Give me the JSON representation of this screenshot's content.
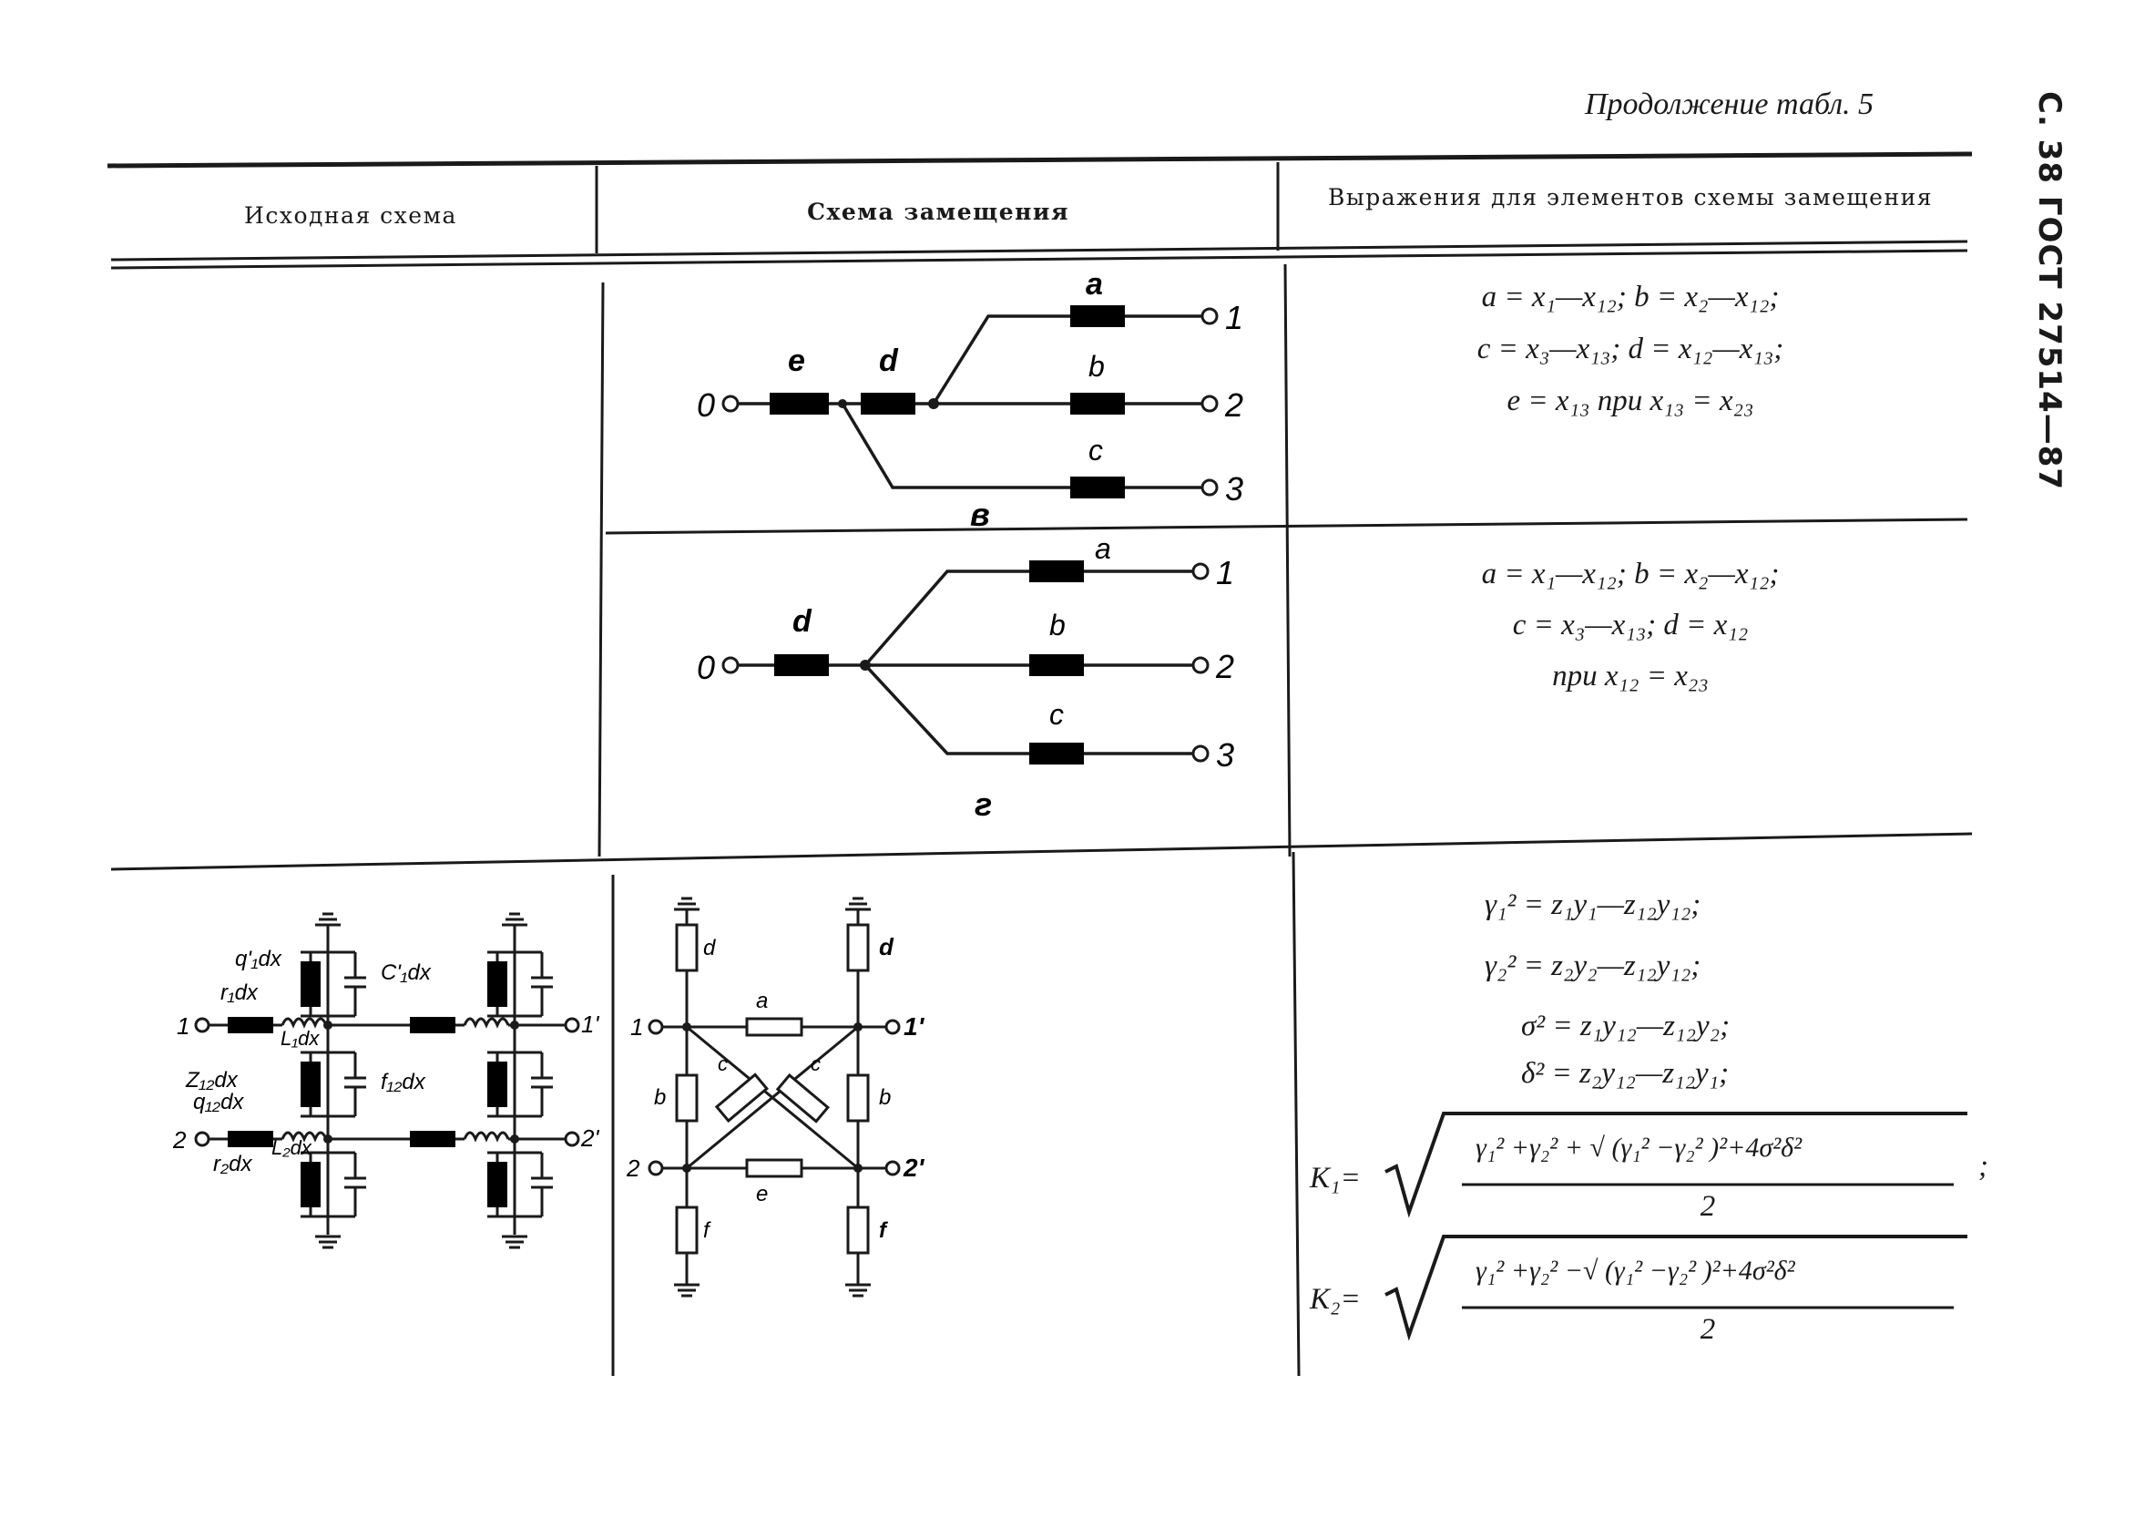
{
  "header": {
    "continuation": "Продолжение табл. 5",
    "document_id": "С. 38 ГОСТ 27514—87"
  },
  "table": {
    "columns": [
      "Исходная схема",
      "Схема замещения",
      "Выражения для элементов схемы замещения"
    ],
    "rows": [
      {
        "scheme_label": "в",
        "node_labels": [
          "0",
          "1",
          "2",
          "3"
        ],
        "element_labels": [
          "a",
          "b",
          "c",
          "d",
          "e"
        ],
        "expressions": [
          "a = x₁—x₁₂;   b = x₂—x₁₂;",
          "c = x₃—x₁₃;   d = x₁₂—x₁₃;",
          "e = x₁₃  при  x₁₃ = x₂₃"
        ]
      },
      {
        "scheme_label": "г",
        "node_labels": [
          "0",
          "1",
          "2",
          "3"
        ],
        "element_labels": [
          "a",
          "b",
          "c",
          "d"
        ],
        "expressions": [
          "a = x₁—x₁₂;   b = x₂—x₁₂;",
          "c = x₃—x₁₃;   d = x₁₂",
          "при  x₁₂ = x₂₃"
        ]
      },
      {
        "source_labels": [
          "1",
          "1'",
          "2",
          "2'",
          "q'₁dx",
          "C'₁dx",
          "r₁dx",
          "L₁dx",
          "Z₁₂dx",
          "q₁₂dx",
          "f₁₂dx",
          "r₂dx",
          "L₂dx"
        ],
        "equivalent_labels": [
          "1",
          "1'",
          "2",
          "2'",
          "a",
          "b",
          "c",
          "d",
          "e",
          "f"
        ],
        "expressions": [
          "γ₁²  = z₁y₁—z₁₂y₁₂;",
          "γ₂²  = z₂y₂—z₁₂y₁₂;",
          "σ² = z₁y₁₂—z₁₂y₂;",
          "δ² = z₂y₁₂—z₁₂y₁;"
        ],
        "k1": {
          "lhs": "K₁=",
          "numerator": "γ₁² +γ₂² + √ (γ₁² −γ₂² )²+4σ²δ²",
          "denominator": "2",
          "trailing": ";"
        },
        "k2": {
          "lhs": "K₂=",
          "numerator": "γ₁² +γ₂² −√ (γ₁² −γ₂² )²+4σ²δ²",
          "denominator": "2"
        }
      }
    ]
  }
}
